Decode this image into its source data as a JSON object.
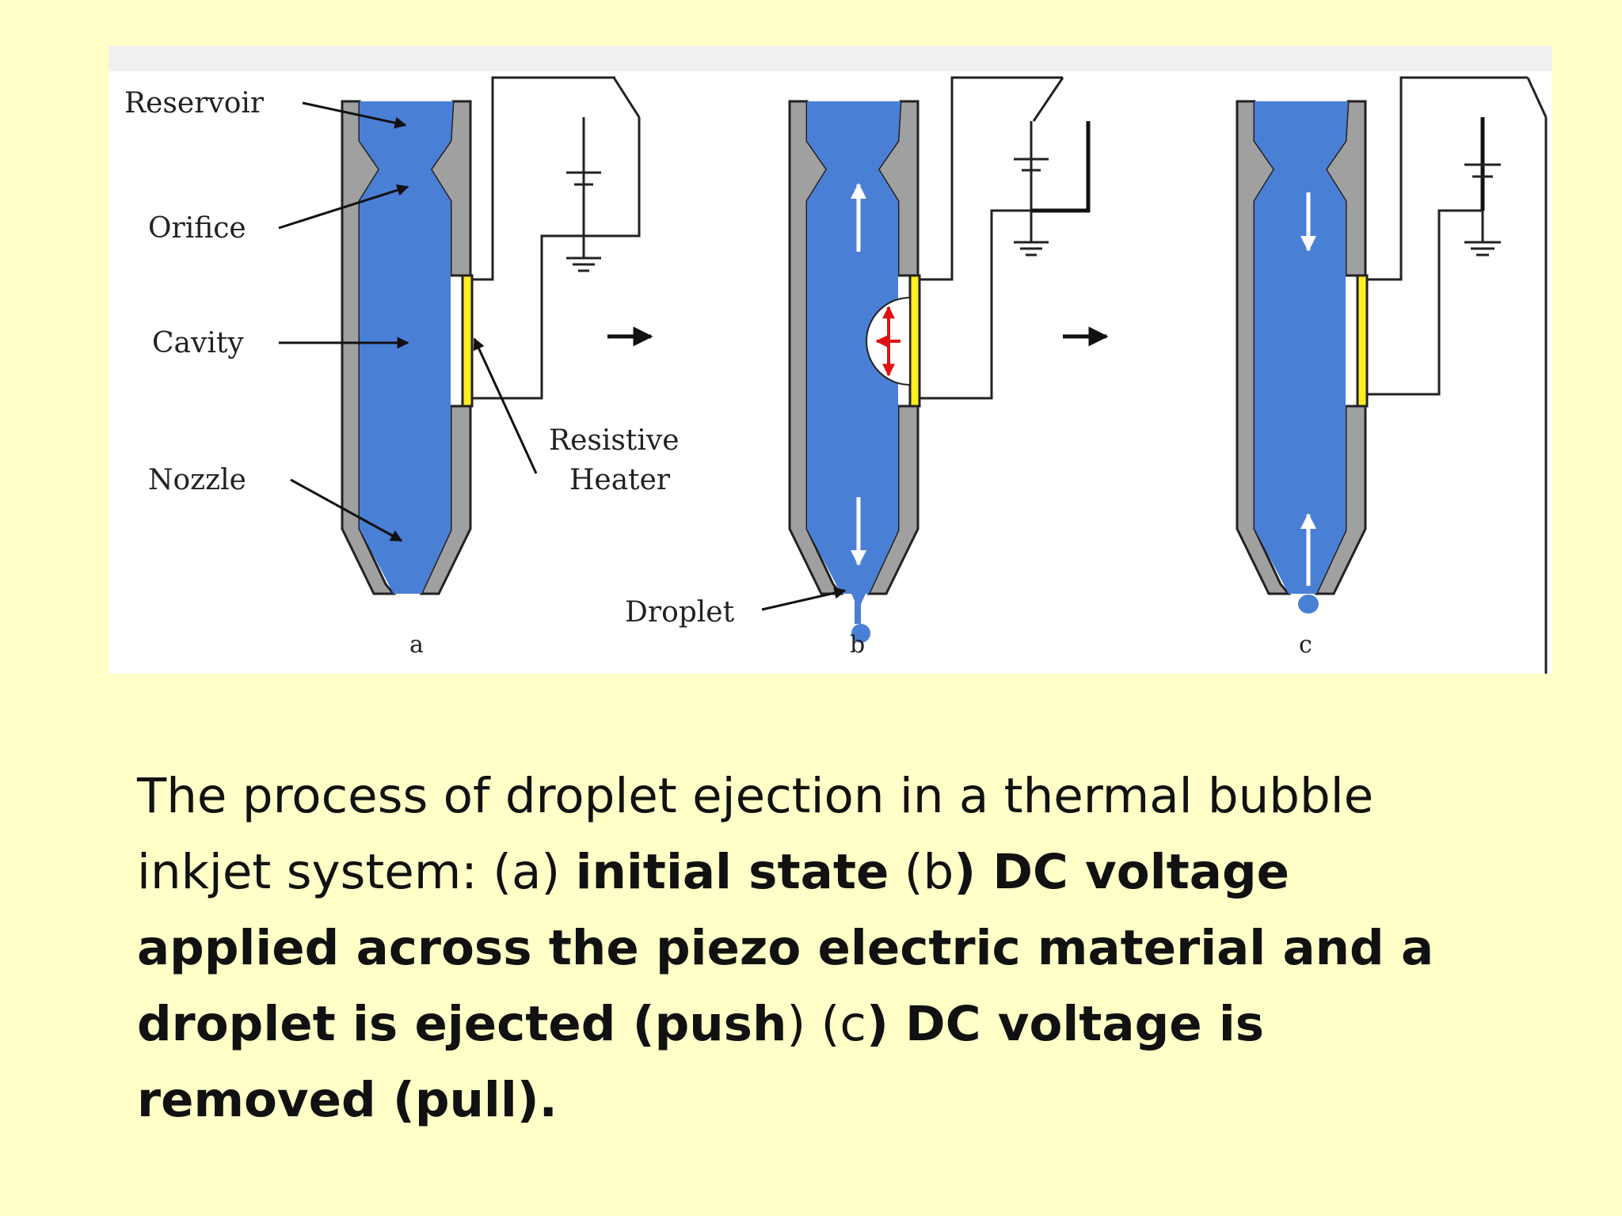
{
  "diagram": {
    "labels": {
      "reservoir": "Reservoir",
      "orifice": "Orifice",
      "cavity": "Cavity",
      "nozzle": "Nozzle",
      "resistive": "Resistive",
      "heater": "Heater",
      "droplet": "Droplet"
    },
    "stages": [
      "a",
      "b",
      "c"
    ],
    "colors": {
      "ink": "#4a7fd6",
      "wall": "#a0a0a0",
      "heater": "#ffee22",
      "background": "#ffffc7"
    }
  },
  "caption": {
    "p1": "The process of droplet ejection in a thermal bubble inkjet system: (a) ",
    "b1": "initial state",
    "p2": " (b",
    "b2": ") DC voltage applied across the piezo electric material and a droplet is ejected (push",
    "p3": ") (c",
    "b3": ") DC voltage is removed (pull)."
  }
}
